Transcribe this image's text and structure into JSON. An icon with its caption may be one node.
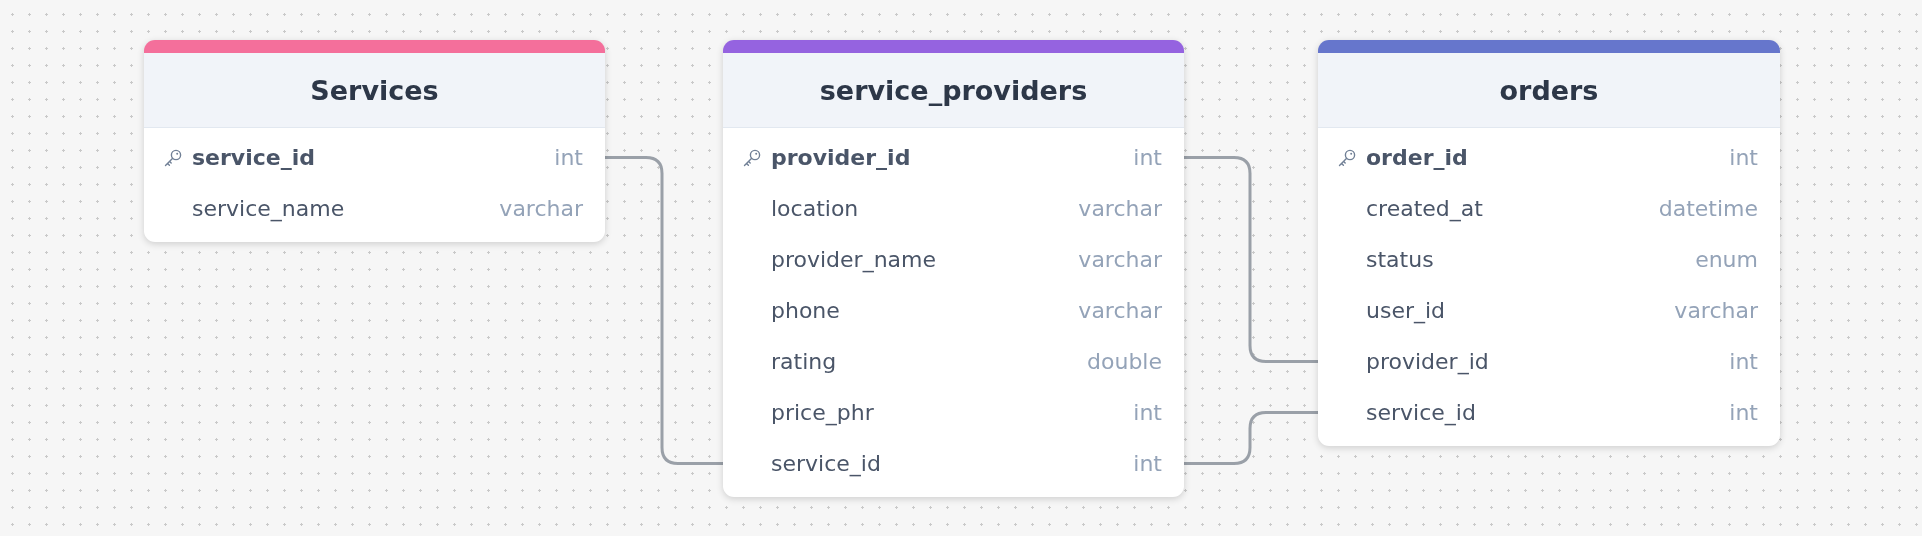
{
  "diagram": {
    "nodes": [
      {
        "text": [
          "Services"
        ]
      },
      {
        "text": [
          "service_id",
          "int"
        ],
        "in": 0
      },
      {
        "text": [
          "service_name",
          "varchar"
        ],
        "in": 0
      },
      {
        "text": [
          "service_providers"
        ]
      },
      {
        "text": [
          "provider_id",
          "int"
        ],
        "in": 3
      },
      {
        "text": [
          "location",
          "varchar"
        ],
        "in": 3
      },
      {
        "text": [
          "provider_name",
          "varchar"
        ],
        "in": 3
      },
      {
        "text": [
          "phone",
          "varchar"
        ],
        "in": 3
      },
      {
        "text": [
          "rating",
          "double"
        ],
        "in": 3
      },
      {
        "text": [
          "price_phr",
          "int"
        ],
        "in": 3
      },
      {
        "text": [
          "service_id",
          "int"
        ],
        "in": 3
      },
      {
        "text": [
          "orders"
        ]
      },
      {
        "text": [
          "order_id",
          "int"
        ],
        "in": 11
      },
      {
        "text": [
          "created_at",
          "datetime"
        ],
        "in": 11
      },
      {
        "text": [
          "status",
          "enum"
        ],
        "in": 11
      },
      {
        "text": [
          "user_id",
          "varchar"
        ],
        "in": 11
      },
      {
        "text": [
          "provider_id",
          "int"
        ],
        "in": 11
      },
      {
        "text": [
          "service_id",
          "int"
        ],
        "in": 11
      }
    ],
    "edges": [
      {
        "from": 1,
        "to": 10,
        "arrow": "none"
      },
      {
        "from": 4,
        "to": 16,
        "arrow": "none"
      },
      {
        "from": 10,
        "to": 17,
        "arrow": "none"
      }
    ]
  }
}
